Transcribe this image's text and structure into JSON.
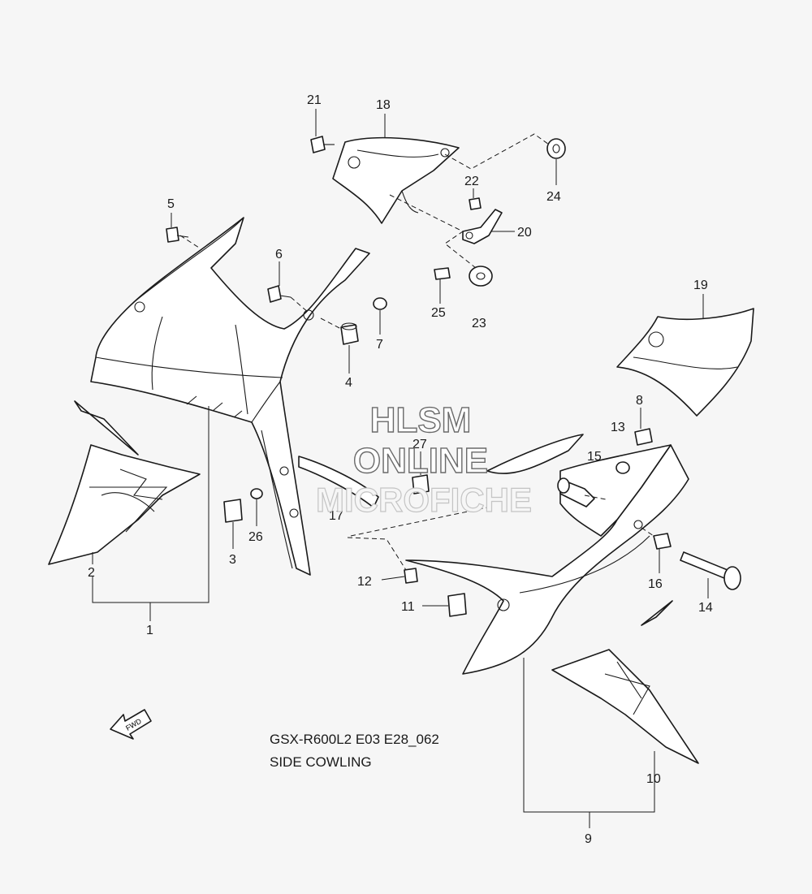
{
  "watermark": {
    "line1": "HLSM",
    "line2": "ONLINE",
    "line3": "MICROFICHE"
  },
  "caption": {
    "model_code": "GSX-R600L2 E03 E28_062",
    "section_title": "SIDE COWLING"
  },
  "fwd_label": "FWD",
  "callouts": {
    "c1": "1",
    "c2": "2",
    "c3": "3",
    "c4": "4",
    "c5": "5",
    "c6": "6",
    "c7": "7",
    "c8": "8",
    "c9": "9",
    "c10": "10",
    "c11": "11",
    "c12": "12",
    "c13": "13",
    "c14": "14",
    "c15": "15",
    "c16": "16",
    "c17": "17",
    "c18": "18",
    "c19": "19",
    "c20": "20",
    "c21": "21",
    "c22": "22",
    "c23": "23",
    "c24": "24",
    "c25": "25",
    "c26": "26",
    "c27": "27"
  }
}
